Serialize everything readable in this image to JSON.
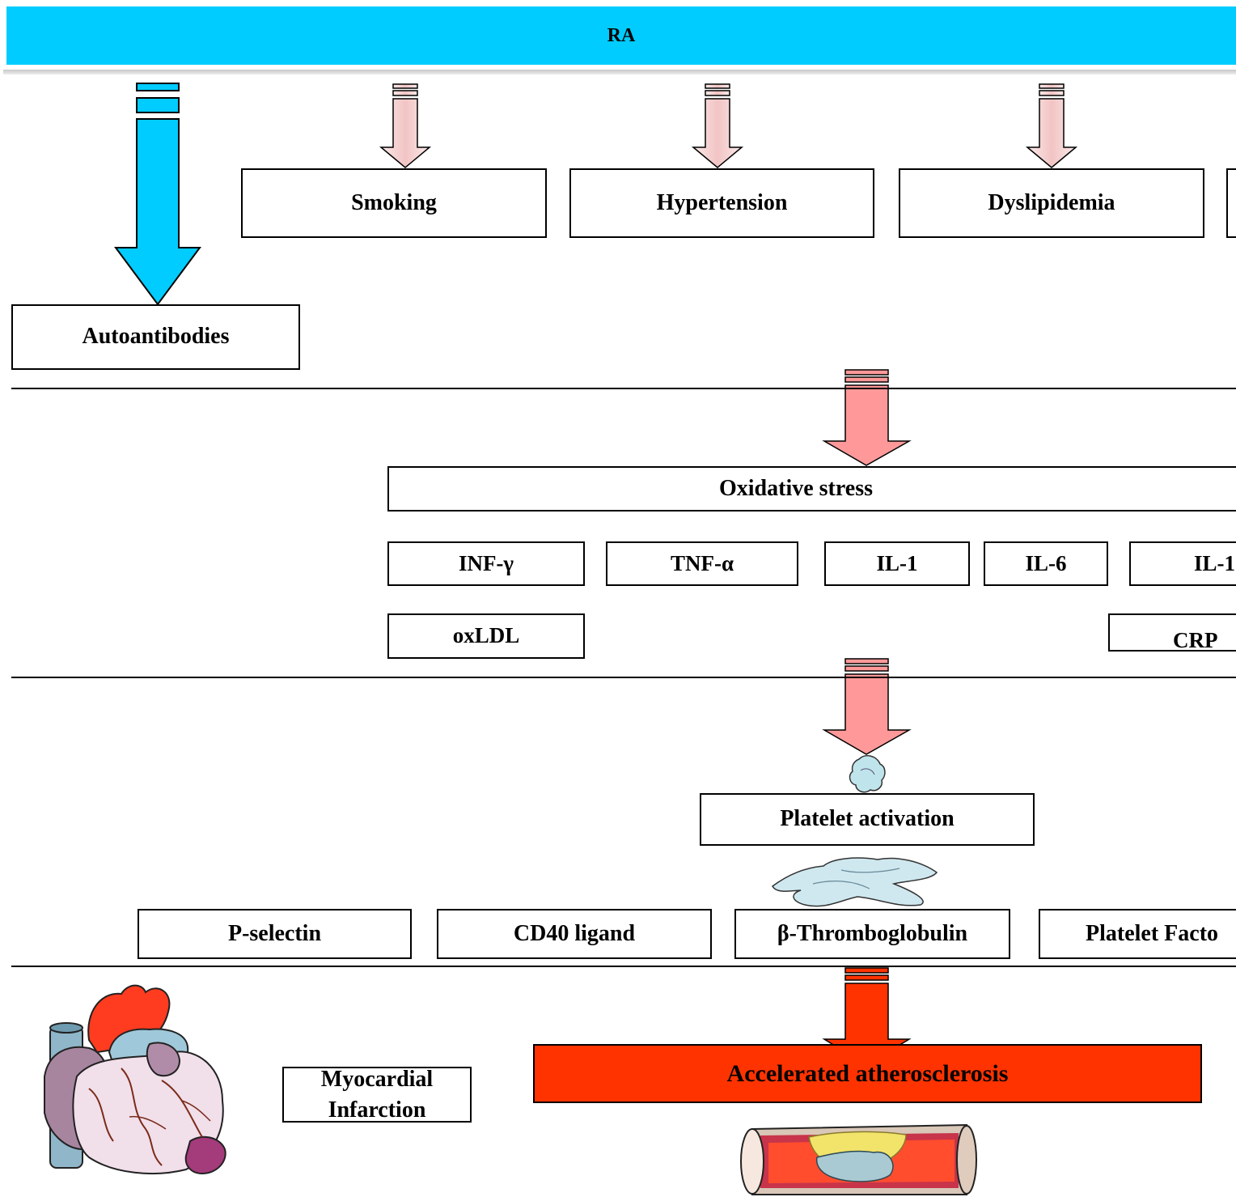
{
  "title": "RA",
  "risk_factors": [
    "Smoking",
    "Hypertension",
    "Dyslipidemia"
  ],
  "autoantibodies": "Autoantibodies",
  "oxidative_stress": "Oxidative stress",
  "mediators_row1": [
    "INF-γ",
    "TNF-α",
    "IL-1",
    "IL-6",
    "IL-1"
  ],
  "mediators_row2": [
    "oxLDL",
    "CRP"
  ],
  "platelet_activation": "Platelet activation",
  "platelet_markers": [
    "P-selectin",
    "CD40 ligand",
    "β-Thromboglobulin",
    "Platelet Facto"
  ],
  "outcome": "Accelerated atherosclerosis",
  "myocardial_infarction": "Myocardial Infarction",
  "colors": {
    "banner": "#00ccff",
    "blue_arrow": "#00ccff",
    "light_pink_arrow": "#f6d5d5",
    "salmon_arrow": "#ff9999",
    "red_arrow": "#ff3300",
    "outcome_box": "#ff3300"
  },
  "icons": [
    "heart-illustration",
    "resting-platelet-icon",
    "spread-platelet-icon",
    "artery-plaque-illustration"
  ]
}
